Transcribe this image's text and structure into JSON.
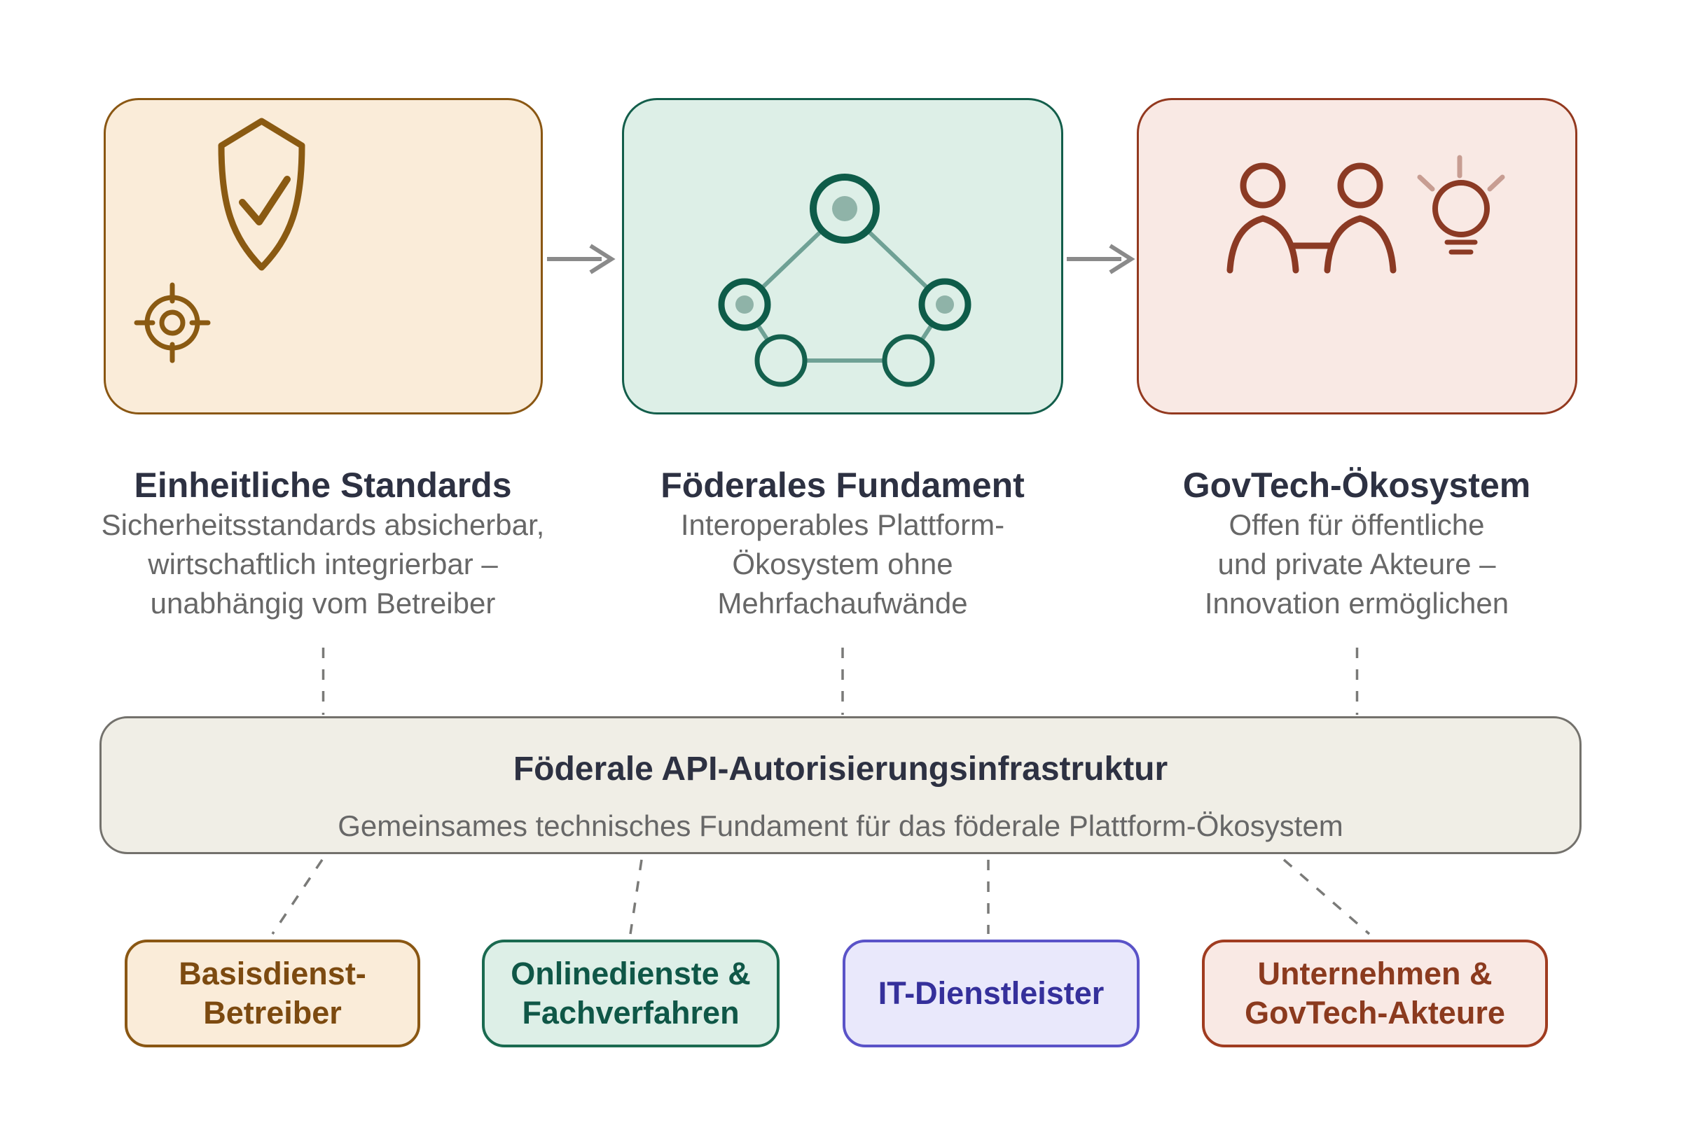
{
  "diagram": {
    "columns": [
      {
        "title": "Einheitliche Standards",
        "desc_lines": [
          "Sicherheitsstandards absicherbar,",
          "wirtschaftlich integrierbar –",
          "unabhängig vom Betreiber"
        ],
        "icons": [
          "shield-check",
          "target"
        ],
        "fill": "#faecd9",
        "accent": "#8a5713"
      },
      {
        "title": "Föderales Fundament",
        "desc_lines": [
          "Interoperables Plattform-",
          "Ökosystem ohne",
          "Mehrfachaufwände"
        ],
        "icons": [
          "network-pentagon"
        ],
        "fill": "#ddefe7",
        "accent": "#135e4b"
      },
      {
        "title": "GovTech-Ökosystem",
        "desc_lines": [
          "Offen für öffentliche",
          "und private Akteure –",
          "Innovation ermöglichen"
        ],
        "icons": [
          "people",
          "lightbulb"
        ],
        "fill": "#f9e9e4",
        "accent": "#93391f"
      }
    ],
    "bar": {
      "title": "Föderale API-Autorisierungsinfrastruktur",
      "subtitle": "Gemeinsames technisches Fundament für das föderale Plattform-Ökosystem",
      "fill": "#f0eee6",
      "border": "#73716c"
    },
    "actors": [
      {
        "line1": "Basisdienst-",
        "line2": "Betreiber",
        "text_color": "#7c4a10",
        "fill": "#faecd9",
        "border": "#8a5713"
      },
      {
        "line1": "Onlinedienste &",
        "line2": "Fachverfahren",
        "text_color": "#0f5747",
        "fill": "#ddefe7",
        "border": "#1a6a50"
      },
      {
        "line1": "IT-Dienstleister",
        "text_color": "#35309b",
        "fill": "#e9e8fb",
        "border": "#5a53c8"
      },
      {
        "line1": "Unternehmen &",
        "line2": "GovTech-Akteure",
        "text_color": "#8b3a1e",
        "fill": "#f9e9e4",
        "border": "#a03c20"
      }
    ],
    "text_colors": {
      "heading": "#2d3142",
      "body": "#676767"
    },
    "arrow_color": "#8a8a8a",
    "connector_color": "#7a7a78"
  }
}
